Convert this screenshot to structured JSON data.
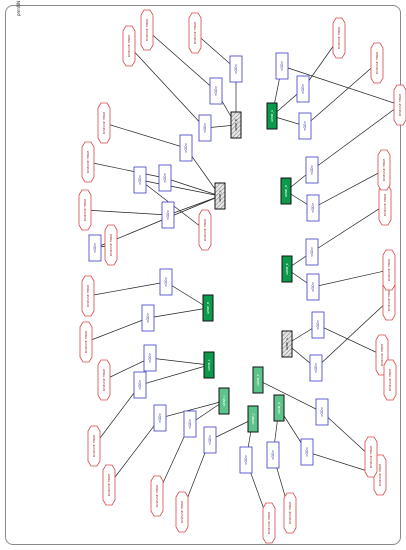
{
  "page": {
    "title": "pmnNN"
  },
  "colors": {
    "gene_fill_dark": "#0a9a4a",
    "gene_fill_light": "#5cc48a",
    "gene_hatched": "#cccccc",
    "interaction_edge": "#3c3cc8",
    "disease_edge": "#d84848",
    "edge_line": "#222222"
  },
  "genes": [
    {
      "id": "g1",
      "label": "GENE_A",
      "style": "dark"
    },
    {
      "id": "g2",
      "label": "GENE_B",
      "style": "hatched"
    },
    {
      "id": "g3",
      "label": "GENE_C",
      "style": "hatched"
    },
    {
      "id": "g4",
      "label": "GENE_D",
      "style": "dark"
    },
    {
      "id": "g5",
      "label": "GENE_E",
      "style": "dark"
    },
    {
      "id": "g6",
      "label": "GENE_F",
      "style": "light"
    },
    {
      "id": "g7",
      "label": "GENE_G",
      "style": "hatched"
    },
    {
      "id": "g8",
      "label": "GENE_H",
      "style": "dark"
    },
    {
      "id": "g9",
      "label": "GENE_I",
      "style": "light"
    },
    {
      "id": "g10",
      "label": "GENE_J",
      "style": "light"
    },
    {
      "id": "g11",
      "label": "GENE_K",
      "style": "light"
    },
    {
      "id": "g12",
      "label": "GENE_L",
      "style": "dark"
    }
  ],
  "interactions": [
    {
      "label": "<GO>"
    },
    {
      "label": "<GO>"
    },
    {
      "label": "<GO>"
    },
    {
      "label": "<GO>"
    },
    {
      "label": "<GO>"
    },
    {
      "label": "<GO>"
    },
    {
      "label": "<GO>"
    },
    {
      "label": "<GO>"
    },
    {
      "label": "<GO>"
    },
    {
      "label": "<GO>"
    },
    {
      "label": "<GO>"
    },
    {
      "label": "<GO>"
    },
    {
      "label": "<GO>"
    },
    {
      "label": "<GO>"
    },
    {
      "label": "<GO>"
    },
    {
      "label": "<GO>"
    },
    {
      "label": "<GO>"
    },
    {
      "label": "<GO>"
    },
    {
      "label": "<GO>"
    },
    {
      "label": "<GO>"
    },
    {
      "label": "<GO>"
    },
    {
      "label": "<GO>"
    },
    {
      "label": "<GO>"
    },
    {
      "label": "<GO>"
    },
    {
      "label": "<GO>"
    },
    {
      "label": "<GO>"
    },
    {
      "label": "<GO>"
    },
    {
      "label": "<GO>"
    }
  ],
  "diseases": [
    {
      "label": "DISEASE TERM"
    },
    {
      "label": "DISEASE TERM"
    },
    {
      "label": "DISEASE TERM"
    },
    {
      "label": "DISEASE TERM"
    },
    {
      "label": "DISEASE TERM"
    },
    {
      "label": "DISEASE TERM"
    },
    {
      "label": "DISEASE TERM"
    },
    {
      "label": "DISEASE TERM"
    },
    {
      "label": "DISEASE TERM"
    },
    {
      "label": "DISEASE TERM"
    },
    {
      "label": "DISEASE TERM"
    },
    {
      "label": "DISEASE TERM"
    },
    {
      "label": "DISEASE TERM"
    },
    {
      "label": "DISEASE TERM"
    },
    {
      "label": "DISEASE TERM"
    },
    {
      "label": "DISEASE TERM"
    },
    {
      "label": "DISEASE TERM"
    },
    {
      "label": "DISEASE TERM"
    },
    {
      "label": "DISEASE TERM"
    },
    {
      "label": "DISEASE TERM"
    },
    {
      "label": "DISEASE TERM"
    },
    {
      "label": "DISEASE TERM"
    },
    {
      "label": "DISEASE TERM"
    },
    {
      "label": "DISEASE TERM"
    },
    {
      "label": "DISEASE TERM"
    },
    {
      "label": "DISEASE TERM"
    },
    {
      "label": "DISEASE TERM"
    },
    {
      "label": "DISEASE TERM"
    }
  ]
}
